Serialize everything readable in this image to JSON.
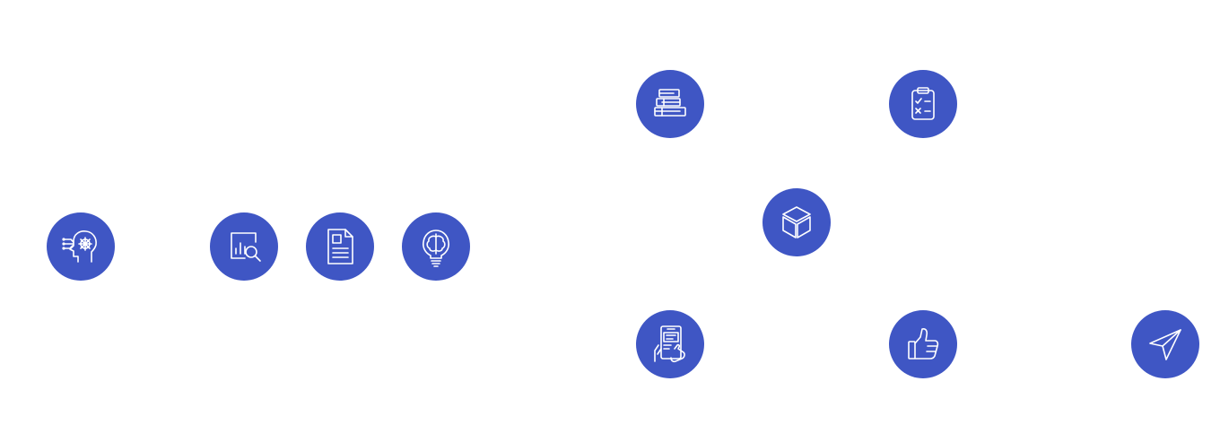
{
  "theme": {
    "circle_color": "#3f56c4",
    "icon_color": "#ffffff",
    "background": "#ffffff"
  },
  "nodes": [
    {
      "id": "n-ai-head",
      "icon": "ai-head-icon"
    },
    {
      "id": "n-analytics",
      "icon": "analytics-search-icon"
    },
    {
      "id": "n-document",
      "icon": "document-icon"
    },
    {
      "id": "n-idea",
      "icon": "brain-bulb-icon"
    },
    {
      "id": "n-books",
      "icon": "books-icon"
    },
    {
      "id": "n-checklist",
      "icon": "checklist-icon"
    },
    {
      "id": "n-box",
      "icon": "box-icon"
    },
    {
      "id": "n-tablet",
      "icon": "tablet-touch-icon"
    },
    {
      "id": "n-thumbs",
      "icon": "thumbs-up-icon"
    },
    {
      "id": "n-send",
      "icon": "send-icon"
    }
  ]
}
